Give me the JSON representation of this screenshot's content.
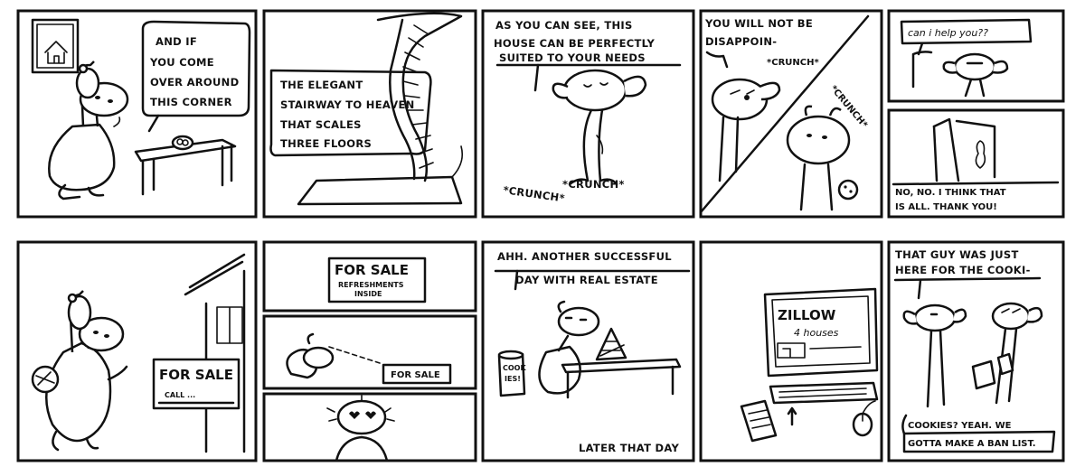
{
  "panel1": {
    "speech": [
      "AND IF",
      "YOU COME",
      "OVER AROUND",
      "THIS CORNER"
    ]
  },
  "panel2": {
    "caption": [
      "THE ELEGANT",
      "STAIRWAY TO HEAVEN",
      "THAT SCALES",
      "THREE FLOORS"
    ]
  },
  "panel3": {
    "speech": [
      "AS YOU CAN SEE, THIS",
      "HOUSE CAN BE PERFECTLY",
      "SUITED TO YOUR NEEDS"
    ],
    "sfx_left": "*CRUNCH*",
    "sfx_right": "*CRUNCH*"
  },
  "panel4": {
    "speech": [
      "YOU WILL NOT BE",
      "DISAPPOIN-"
    ],
    "sfx_top": "*CRUNCH*",
    "sfx_side": "*CRUNCH*"
  },
  "panel5a": {
    "speech": "can i help you??"
  },
  "panel5b": {
    "speech": [
      "NO, NO. I THINK THAT",
      "IS ALL. THANK YOU!"
    ]
  },
  "panel6": {
    "sign_title": "FOR SALE",
    "sign_sub": "CALL ..."
  },
  "panel7": {
    "sign_title": "FOR SALE",
    "sign_sub": [
      "REFRESHMENTS",
      "INSIDE"
    ],
    "small_sign": "FOR SALE"
  },
  "panel8": {
    "speech": [
      "AHH. ANOTHER SUCCESSFUL",
      "DAY WITH REAL ESTATE"
    ],
    "jar_label": [
      "COOK",
      "IES!"
    ],
    "caption": "LATER THAT DAY"
  },
  "panel9": {
    "screen_title": "ZILLOW",
    "screen_sub": "4 houses"
  },
  "panel10": {
    "speech_top": [
      "THAT GUY WAS JUST",
      "HERE FOR THE COOKI-"
    ],
    "speech_bottom": [
      "COOKIES? YEAH. WE",
      "GOTTA MAKE A BAN LIST."
    ]
  }
}
